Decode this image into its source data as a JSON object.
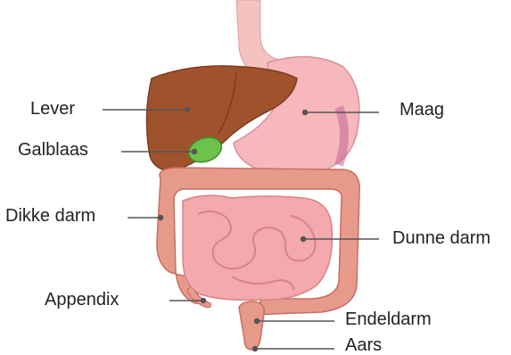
{
  "labels": {
    "lever": "Lever",
    "galblaas": "Galblaas",
    "dikke_darm": "Dikke darm",
    "appendix": "Appendix",
    "maag": "Maag",
    "dunne_darm": "Dunne darm",
    "endeldarm": "Endeldarm",
    "aars": "Aars"
  },
  "colors": {
    "liver": "#a0522d",
    "gallbladder": "#6dc24b",
    "stomach": "#f7b8bd",
    "large_intestine": "#e89a8a",
    "small_intestine": "#f4a9ac",
    "esophagus": "#f4c3c0",
    "leader_line": "#555555"
  }
}
